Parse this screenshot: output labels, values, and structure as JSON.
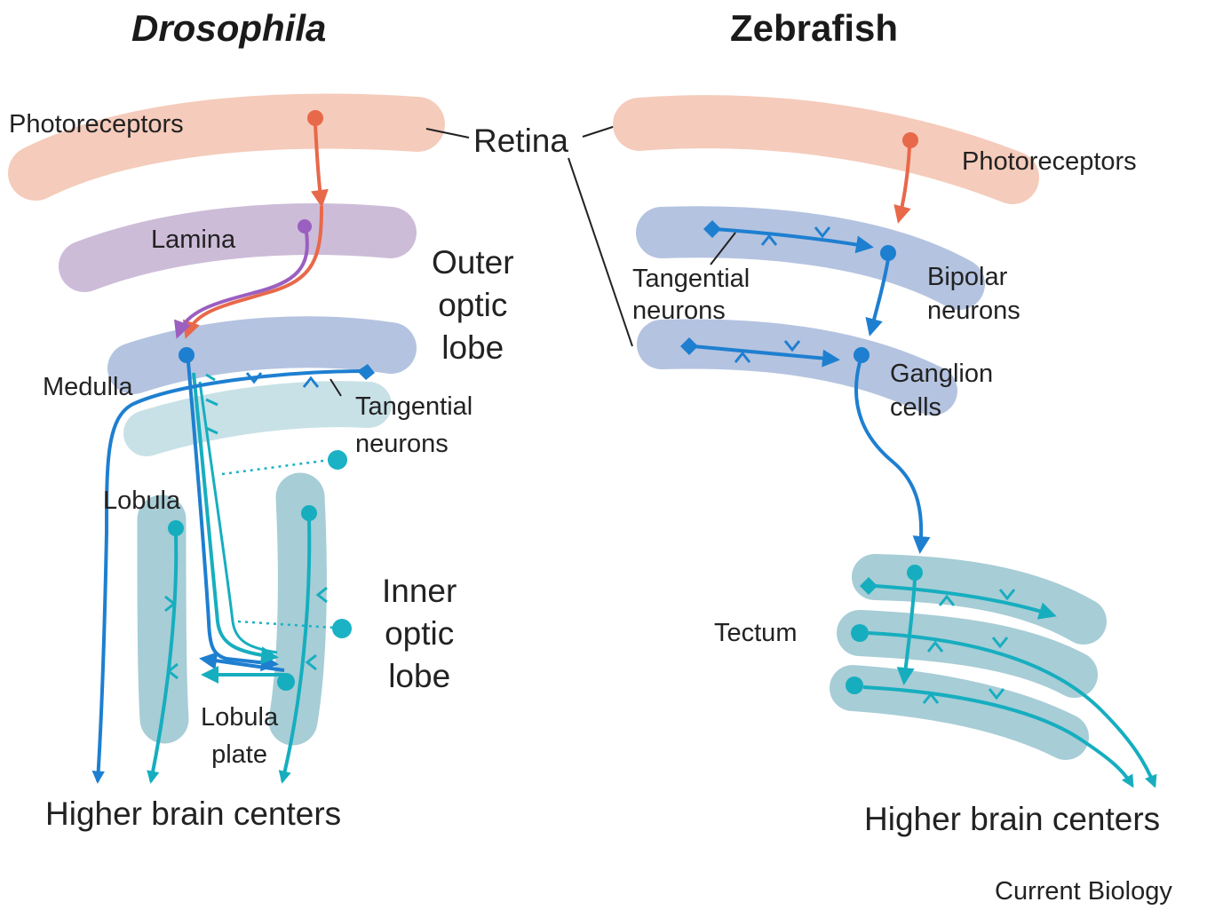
{
  "colors": {
    "photoreceptor_layer": "#f5cbbb",
    "lamina_layer": "#cdbcd8",
    "medulla_layer": "#b4c3e0",
    "tangential_layer": "#c8e1e6",
    "lobula_layer": "#a7cdd6",
    "retina_zf_layer": "#f5cbbb",
    "zf_blue_layer": "#b4c3e0",
    "tectum_layer": "#a7cdd6",
    "orange_neuron": "#e8684a",
    "purple_neuron": "#9b5fc0",
    "blue_neuron": "#1e7fd0",
    "teal_neuron": "#16aebf",
    "dotted_teal": "#1ab2c4"
  },
  "titles": {
    "drosophila": "Drosophila",
    "zebrafish": "Zebrafish"
  },
  "drosophila": {
    "photoreceptors": "Photoreceptors",
    "lamina": "Lamina",
    "outer_optic_lobe": [
      "Outer",
      "optic",
      "lobe"
    ],
    "medulla": "Medulla",
    "tangential_neurons": [
      "Tangential",
      "neurons"
    ],
    "lobula": "Lobula",
    "inner_optic_lobe": [
      "Inner",
      "optic",
      "lobe"
    ],
    "lobula_plate": [
      "Lobula",
      "plate"
    ],
    "higher_brain_centers": "Higher brain centers"
  },
  "shared": {
    "retina": "Retina"
  },
  "zebrafish": {
    "photoreceptors": "Photoreceptors",
    "tangential_neurons": [
      "Tangential",
      "neurons"
    ],
    "bipolar_neurons": [
      "Bipolar",
      "neurons"
    ],
    "ganglion_cells": [
      "Ganglion",
      "cells"
    ],
    "tectum": "Tectum",
    "higher_brain_centers": "Higher brain centers"
  },
  "credit": "Current Biology"
}
